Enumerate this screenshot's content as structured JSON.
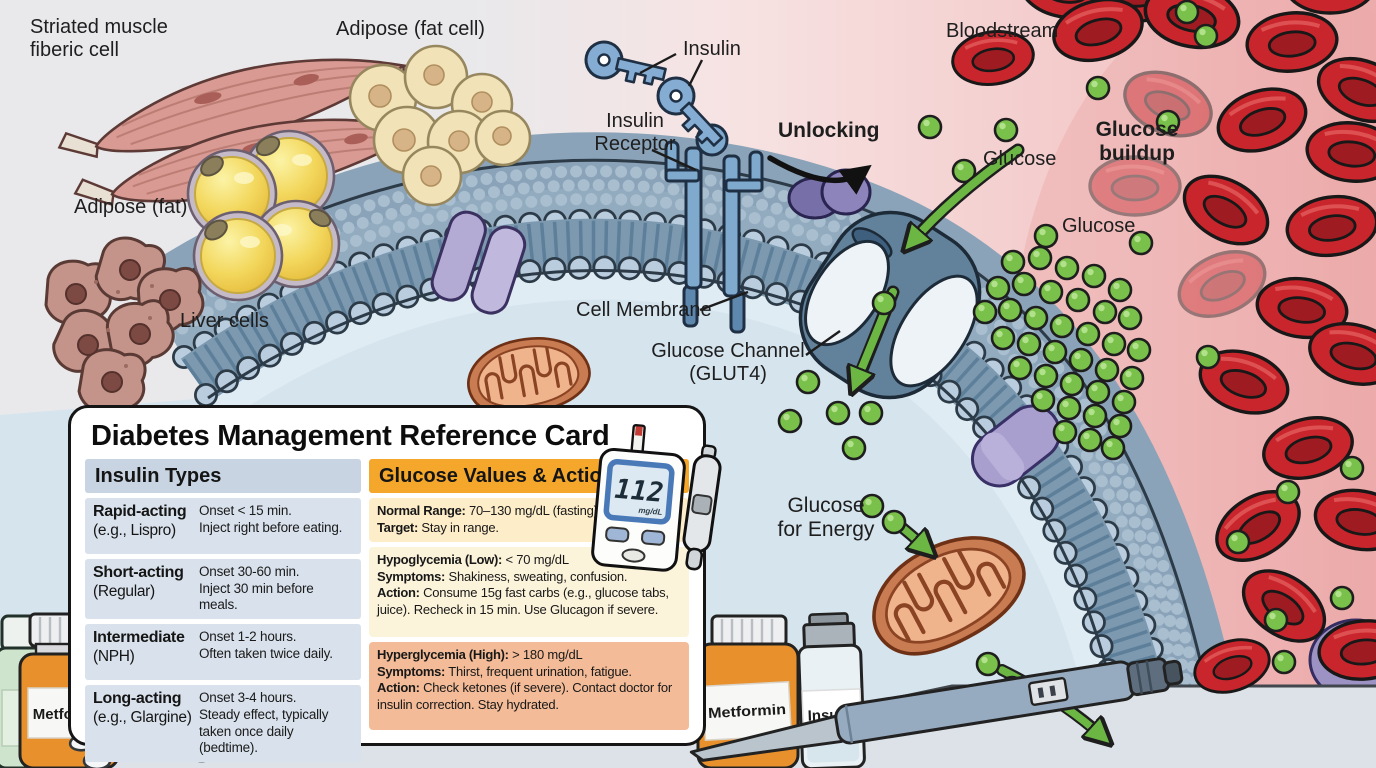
{
  "palette": {
    "background_gray": "#e9e9ec",
    "bloodstream_pink": "#f0baba",
    "cell_interior_blue": "#d6e4ee",
    "membrane_blue": "#92abbf",
    "glucose_green": "#79c14a",
    "blood_red": "#c8262c",
    "card_header_blue": "#c8d4e2",
    "card_header_orange": "#f5a72b",
    "hyper_section_salmon": "#f3bb97",
    "metformin_orange": "#e8912c"
  },
  "labels": {
    "striated_muscle": "Striated muscle\nfiberic cell",
    "adipose_fat_cell": "Adipose (fat cell)",
    "adipose_fat": "Adipose (fat)",
    "liver_cells": "Liver cells",
    "insulin": "Insulin",
    "insulin_receptor": "Insulin\nReceptor",
    "unlocking": "Unlocking",
    "bloodstream": "Bloodstream",
    "glucose_upper": "Glucose",
    "glucose_buildup": "Glucose\nbuildup",
    "glucose_lower": "Glucose",
    "cell_membrane": "Cell Membrane",
    "glucose_channel": "Glucose Channel\n(GLUT4)",
    "glucose_for_energy": "Glucose\nfor Energy"
  },
  "card": {
    "title": "Diabetes Management Reference Card",
    "meter": {
      "reading": "112",
      "unit": "mg/dL"
    },
    "insulin_types": {
      "header": "Insulin Types",
      "rows": [
        {
          "name": "Rapid-acting",
          "sub": "(e.g., Lispro)",
          "desc": "Onset < 15 min.\nInject right before eating."
        },
        {
          "name": "Short-acting",
          "sub": "(Regular)",
          "desc": "Onset 30-60 min.\nInject 30 min before meals."
        },
        {
          "name": "Intermediate",
          "sub": "(NPH)",
          "desc": "Onset 1-2 hours.\nOften taken twice daily."
        },
        {
          "name": "Long-acting",
          "sub": "(e.g., Glargine)",
          "desc": "Onset 3-4 hours.\nSteady effect, typically\ntaken once daily (bedtime)."
        }
      ]
    },
    "glucose_actions": {
      "header": "Glucose Values & Actions",
      "normal": {
        "lines": [
          {
            "b": "Normal Range:",
            "t": " 70–130 mg/dL (fasting)"
          },
          {
            "b": "Target:",
            "t": " Stay in range."
          }
        ]
      },
      "hypo": {
        "lines": [
          {
            "b": "Hypoglycemia (Low):",
            "t": " < 70 mg/dL"
          },
          {
            "b": "Symptoms:",
            "t": " Shakiness, sweating, confusion."
          },
          {
            "b": "Action:",
            "t": " Consume 15g fast carbs (e.g., glucose tabs, juice). Recheck in 15 min. Use Glucagon if severe."
          }
        ]
      },
      "hyper": {
        "lines": [
          {
            "b": "Hyperglycemia (High):",
            "t": " > 180 mg/dL"
          },
          {
            "b": "Symptoms:",
            "t": " Thirst, frequent urination, fatigue."
          },
          {
            "b": "Action:",
            "t": " Check ketones (if severe). Contact doctor for insulin correction. Stay hydrated."
          }
        ]
      }
    }
  },
  "medications": {
    "metformin_left": "Metformin",
    "metformin_right": "Metformin",
    "insulin_vial": "Insulin"
  }
}
